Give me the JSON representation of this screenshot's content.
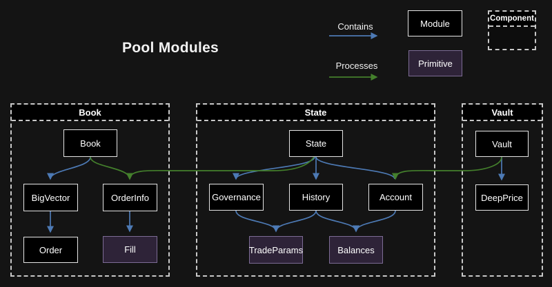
{
  "title": "Pool Modules",
  "legend": {
    "contains": "Contains",
    "processes": "Processes",
    "module": "Module",
    "primitive": "Primitive",
    "component": "Component"
  },
  "colors": {
    "background": "#141414",
    "contains_arrow_blue": "#4d7ab5",
    "processes_arrow_green": "#44802c",
    "module_fill": "#000000",
    "module_border": "#e6e6e6",
    "primitive_fill": "#2e2338",
    "primitive_border": "#7d6c96",
    "container_dashed_border": "#c9c9c9",
    "text": "#ffffff"
  },
  "containers": {
    "book": {
      "title": "Book"
    },
    "state": {
      "title": "State"
    },
    "vault": {
      "title": "Vault"
    }
  },
  "nodes": {
    "book": "Book",
    "bigvector": "BigVector",
    "orderinfo": "OrderInfo",
    "order": "Order",
    "fill": "Fill",
    "state": "State",
    "governance": "Governance",
    "history": "History",
    "account": "Account",
    "tradeparams": "TradeParams",
    "balances": "Balances",
    "vault": "Vault",
    "deepprice": "DeepPrice"
  },
  "edges": [
    {
      "from": "Book",
      "to": "BigVector",
      "type": "contains"
    },
    {
      "from": "BigVector",
      "to": "Order",
      "type": "contains"
    },
    {
      "from": "OrderInfo",
      "to": "Fill",
      "type": "contains"
    },
    {
      "from": "State",
      "to": "Governance",
      "type": "contains"
    },
    {
      "from": "State",
      "to": "History",
      "type": "contains"
    },
    {
      "from": "State",
      "to": "Account",
      "type": "contains"
    },
    {
      "from": "Governance",
      "to": "TradeParams",
      "type": "contains"
    },
    {
      "from": "History",
      "to": "TradeParams",
      "type": "contains"
    },
    {
      "from": "History",
      "to": "Balances",
      "type": "contains"
    },
    {
      "from": "Account",
      "to": "Balances",
      "type": "contains"
    },
    {
      "from": "Vault",
      "to": "DeepPrice",
      "type": "contains"
    },
    {
      "from": "Book",
      "to": "OrderInfo",
      "type": "processes"
    },
    {
      "from": "State",
      "to": "OrderInfo",
      "type": "processes"
    },
    {
      "from": "Vault",
      "to": "Account",
      "type": "processes"
    }
  ]
}
